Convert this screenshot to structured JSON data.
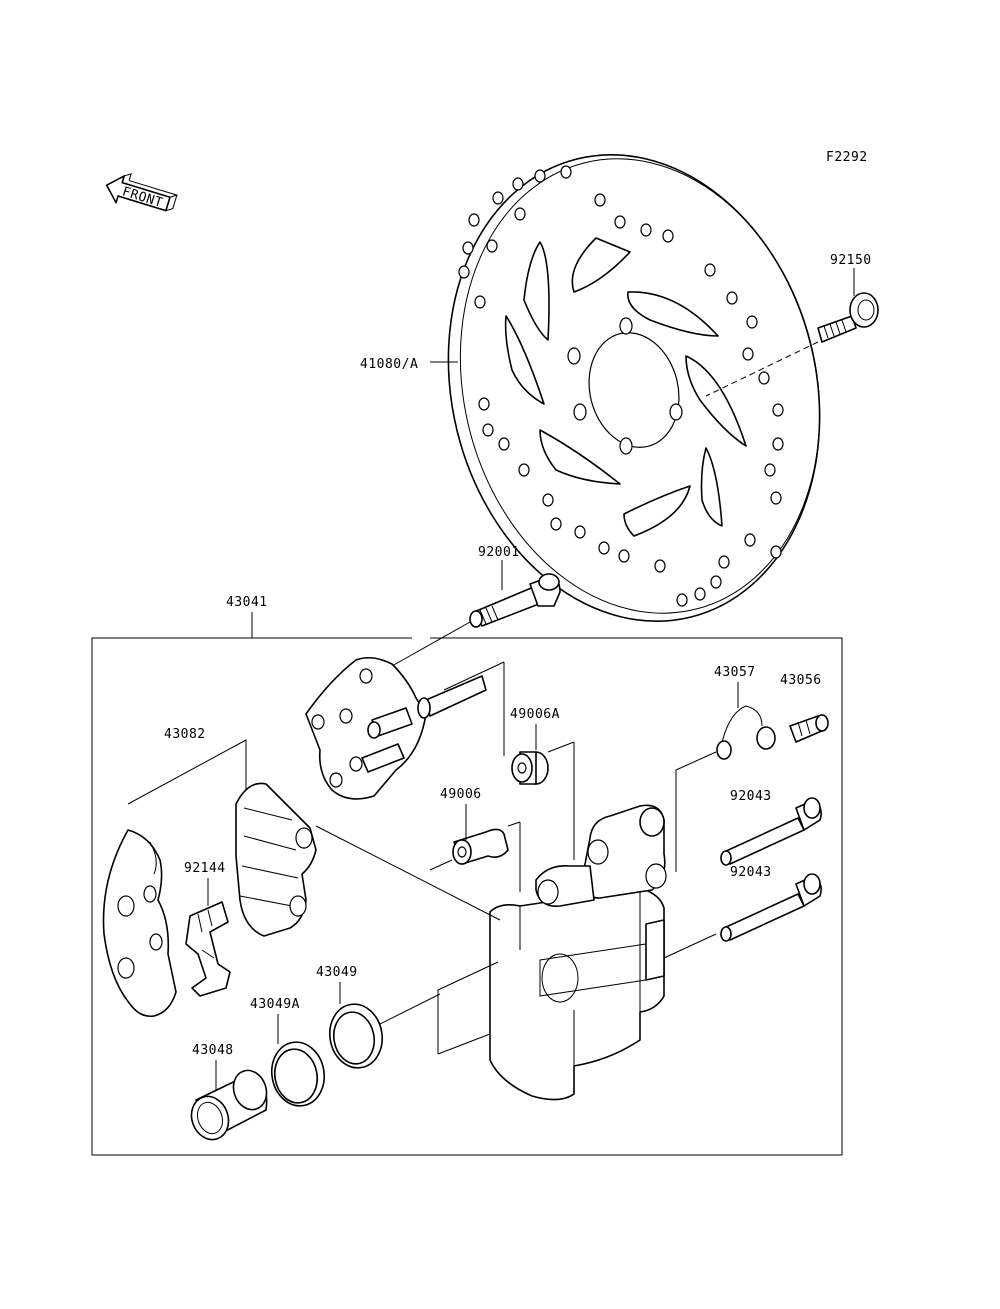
{
  "figure_code": "F2292",
  "front_marker": "FRONT",
  "parts": {
    "disc": "41080/A",
    "disc_bolt": "92150",
    "caliper_bolt": "92001",
    "caliper_assy": "43041",
    "bracket": "43082",
    "pad_spring": "92144",
    "boot_a": "49006A",
    "boot": "49006",
    "bleeder_cap": "43057",
    "bleeder_valve": "43056",
    "pin_upper": "92043",
    "pin_lower": "92043",
    "seal": "43049",
    "dust_seal": "43049A",
    "piston": "43048"
  }
}
